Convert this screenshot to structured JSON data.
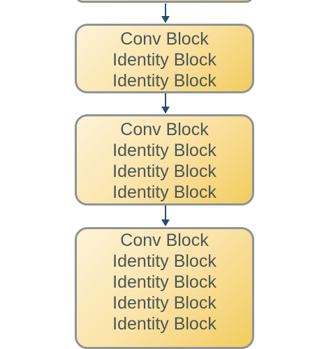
{
  "blocks": [
    {
      "lines": []
    },
    {
      "lines": [
        "Conv Block",
        "Identity Block",
        "Identity Block"
      ]
    },
    {
      "lines": [
        "Conv Block",
        "Identity Block",
        "Identity Block",
        "Identity Block"
      ]
    },
    {
      "lines": [
        "Conv Block",
        "Identity Block",
        "Identity Block",
        "Identity Block",
        "Identity Block"
      ]
    }
  ],
  "colors": {
    "border": "#8c9494",
    "text": "#4a5656",
    "arrow": "#2e4a72",
    "fill_light": "#fdf3d8",
    "fill_dark": "#f2cc5f"
  }
}
